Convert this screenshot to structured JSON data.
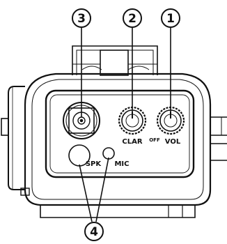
{
  "callouts": {
    "one": "1",
    "two": "2",
    "three": "3",
    "four": "4"
  },
  "labels": {
    "clar": "CLAR",
    "vol": "VOL",
    "off": "OFF",
    "spk": "SPK",
    "mic": "MIC"
  },
  "colors": {
    "ink": "#111111",
    "background": "#ffffff"
  }
}
